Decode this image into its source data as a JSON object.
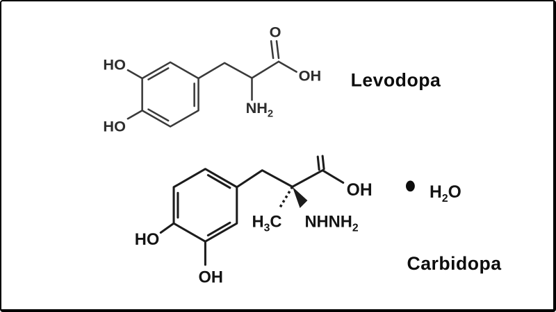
{
  "figure": {
    "background_color": "#ffffff",
    "frame_color": "#000000",
    "levodopa_line_color": "#3a3a3a",
    "carbidopa_line_color": "#1c1c1c"
  },
  "levodopa": {
    "title": "Levodopa",
    "hydroxyl_top": "HO",
    "hydroxyl_bottom": "HO",
    "carbonyl_oxygen": "O",
    "carboxyl_hydroxyl": "OH",
    "amine_main": "NH",
    "amine_sub": "2"
  },
  "carbidopa": {
    "title": "Carbidopa",
    "hydroxyl_left": "HO",
    "hydroxyl_bottom": "OH",
    "carboxyl_hydroxyl": "OH",
    "methyl_h": "H",
    "methyl_sub": "3",
    "methyl_c": "C",
    "hydrazine_main": "NHNH",
    "hydrazine_sub": "2",
    "hydrate_dot": "●",
    "water_h": "H",
    "water_sub": "2",
    "water_o": "O"
  }
}
